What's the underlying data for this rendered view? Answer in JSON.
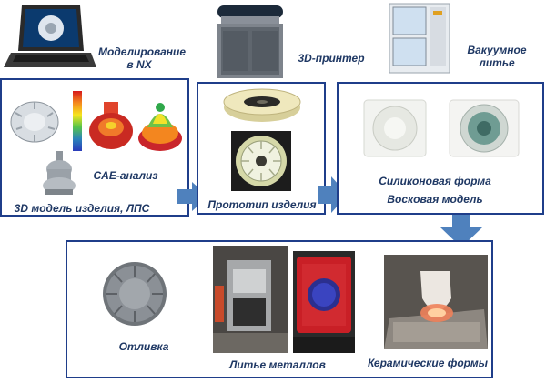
{
  "title": "",
  "stages": {
    "nx_modeling": "Моделирование в NX",
    "printer_3d": "3D-принтер",
    "vacuum_casting": "Вакуумное литье"
  },
  "box1": {
    "cae_label": "CAE-анализ",
    "model_label": "3D модель изделия, ЛПС"
  },
  "box2": {
    "prototype_label": "Прототип изделия"
  },
  "box3": {
    "silicone_label": "Силиконовая форма",
    "wax_label": "Восковая модель"
  },
  "box4": {
    "casting_label": "Отливка",
    "metal_casting_label": "Литье металлов",
    "ceramic_label": "Керамические формы"
  },
  "colors": {
    "box_border": "#1f3e8a",
    "label_text": "#1f3864",
    "arrow_fill": "#4f81bd"
  },
  "icons": [
    "laptop-icon",
    "printer-icon",
    "vacuum-chamber-icon"
  ]
}
